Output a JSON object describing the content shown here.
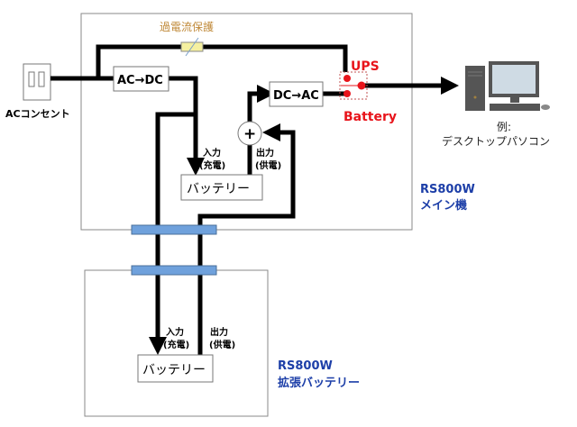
{
  "outlet": {
    "label": "ACコンセント"
  },
  "main_unit": {
    "model": "RS800W",
    "name": "メイン機",
    "overcurrent_label": "過電流保護",
    "ac_dc_label": "AC→DC",
    "dc_ac_label": "DC→AC",
    "plus_label": "+",
    "ups_label": "UPS",
    "battery_switch_label": "Battery",
    "battery_label": "バッテリー",
    "input_label_1": "入力",
    "input_label_2": "(充電)",
    "output_label_1": "出力",
    "output_label_2": "(供電)"
  },
  "ext_unit": {
    "model": "RS800W",
    "name": "拡張バッテリー",
    "battery_label": "バッテリー",
    "input_label_1": "入力",
    "input_label_2": "(充電)",
    "output_label_1": "出力",
    "output_label_2": "(供電)"
  },
  "device": {
    "example_label": "例:",
    "name": "デスクトップパソコン"
  },
  "colors": {
    "accent_red": "#e8141b",
    "model_blue": "#1d3fa8",
    "connector_blue": "#6fa1dc",
    "fuse_yellow": "#f5f0a0",
    "fuse_label": "#c08a3a"
  }
}
